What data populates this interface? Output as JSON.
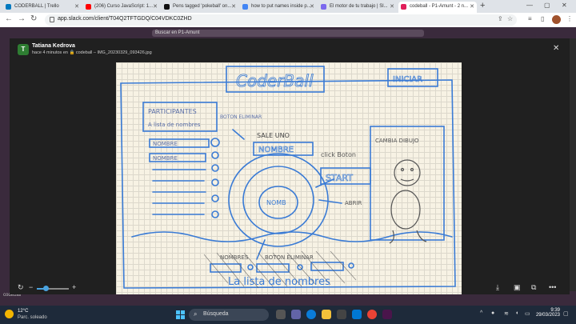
{
  "browser": {
    "tabs": [
      {
        "label": "CODERBALL | Trello",
        "color": "#0079bf"
      },
      {
        "label": "(206) Curso JavaScript: 1...",
        "color": "#ff0000"
      },
      {
        "label": "Pens tagged 'pokeball' on...",
        "color": "#111111"
      },
      {
        "label": "how to put names inside p...",
        "color": "#4285f4"
      },
      {
        "label": "El motor de tu trabajo | Sl...",
        "color": "#7b68ee"
      },
      {
        "label": "codeball - P1-Amunt - 2 n...",
        "color": "#e01e5a"
      }
    ],
    "new_tab": "+",
    "url": "app.slack.com/client/T04Q2TFTGDQ/C04VDKC0ZHD"
  },
  "slack": {
    "search_placeholder": "Buscar en P1-Amunt",
    "workspace": "codeball"
  },
  "viewer": {
    "avatar_letter": "T",
    "author": "Tatiana Kedrova",
    "meta": "hace 4 minutos en 🔒 codeball – IMG_20230329_093426.jpg",
    "close": "✕"
  },
  "sketch": {
    "title": "CoderBall",
    "start_button": "INICIAR",
    "participants": "PARTICIPANTES",
    "list_label": "A lista de nombres",
    "button_delete": "BOTON ELIMINAR",
    "rows": [
      "NOMBRE",
      "NOMBRE"
    ],
    "winner": "SALE UNO",
    "name_box": "NOMBRE",
    "click_button": "click Boton",
    "start": "START",
    "center_name": "NOMB",
    "open": "ABRIR",
    "change_drawing": "CAMBIA DIBUJO",
    "bottom_names": "NOMBRES",
    "bottom_delete": "BOTON ELIMINAR",
    "bottom_list": "La lista de nombres"
  },
  "taskbar": {
    "temp": "12°C",
    "condition": "Parc. soleado",
    "search": "Búsqueda",
    "time": "9:39",
    "date": "29/03/2023"
  }
}
